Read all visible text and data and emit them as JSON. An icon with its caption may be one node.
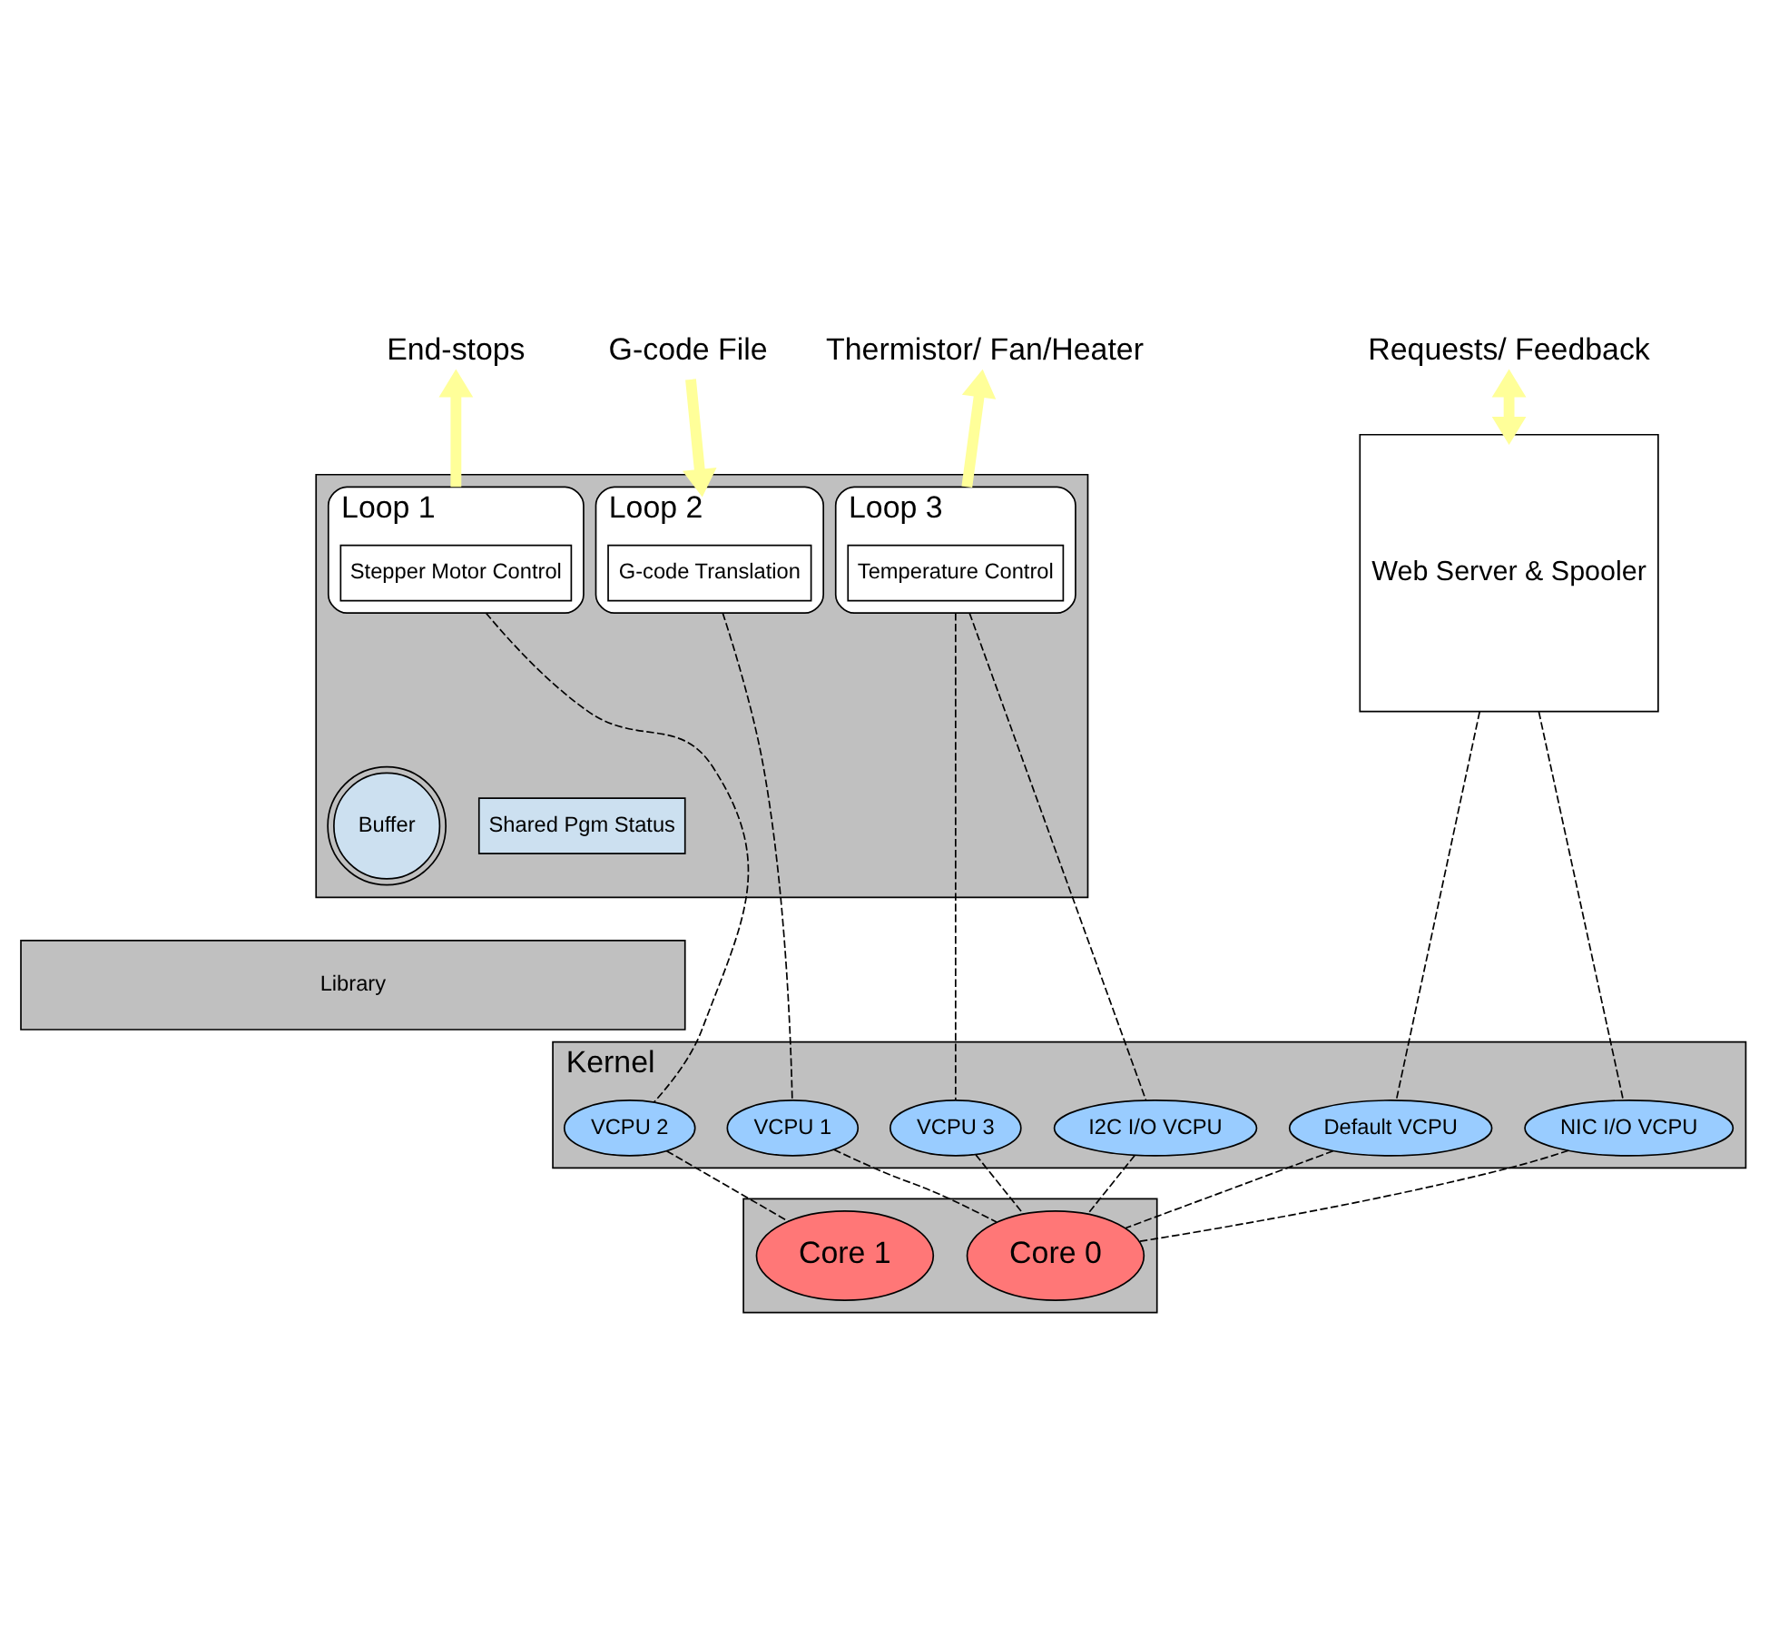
{
  "diagram": {
    "nodes": [
      {
        "text": [
          "End-stops"
        ]
      },
      {
        "text": [
          "G-code File"
        ]
      },
      {
        "text": [
          "Thermistor/ Fan/Heater"
        ]
      },
      {
        "text": [
          "Requests/ Feedback"
        ]
      },
      {
        "text": [],
        "shape": "box"
      },
      {
        "text": [
          "Loop 1"
        ],
        "in": 4
      },
      {
        "text": [
          "Stepper Motor Control"
        ],
        "in": 5
      },
      {
        "text": [
          "Loop 2"
        ],
        "in": 4
      },
      {
        "text": [
          "G-code Translation"
        ],
        "in": 7
      },
      {
        "text": [
          "Loop 3"
        ],
        "in": 4
      },
      {
        "text": [
          "Temperature Control"
        ],
        "in": 9
      },
      {
        "text": [
          "Buffer"
        ],
        "in": 4
      },
      {
        "text": [
          "Shared Pgm Status"
        ],
        "in": 4
      },
      {
        "text": [
          "Library"
        ]
      },
      {
        "text": [
          "Web Server & Spooler"
        ]
      },
      {
        "text": [
          "Kernel"
        ]
      },
      {
        "text": [
          "VCPU 2"
        ],
        "in": 15
      },
      {
        "text": [
          "VCPU 1"
        ],
        "in": 15
      },
      {
        "text": [
          "VCPU 3"
        ],
        "in": 15
      },
      {
        "text": [
          "I2C I/O VCPU"
        ],
        "in": 15
      },
      {
        "text": [
          "Default VCPU"
        ],
        "in": 15
      },
      {
        "text": [
          "NIC I/O VCPU"
        ],
        "in": 15
      },
      {
        "text": [],
        "shape": "box"
      },
      {
        "text": [
          "Core 1"
        ],
        "in": 22
      },
      {
        "text": [
          "Core 0"
        ],
        "in": 22
      }
    ],
    "edges": [
      {
        "from": 5,
        "to": 0,
        "arrow": "to",
        "style": "thick",
        "color": "#ffff99"
      },
      {
        "from": 1,
        "to": 7,
        "arrow": "to",
        "style": "thick",
        "color": "#ffff99"
      },
      {
        "from": 9,
        "to": 2,
        "arrow": "to",
        "style": "thick",
        "color": "#ffff99"
      },
      {
        "from": 14,
        "to": 3,
        "arrow": "both",
        "style": "thick",
        "color": "#ffff99"
      },
      {
        "from": 5,
        "to": 16,
        "arrow": "none",
        "style": "dashed"
      },
      {
        "from": 7,
        "to": 17,
        "arrow": "none",
        "style": "dashed"
      },
      {
        "from": 9,
        "to": 18,
        "arrow": "none",
        "style": "dashed"
      },
      {
        "from": 9,
        "to": 19,
        "arrow": "none",
        "style": "dashed"
      },
      {
        "from": 14,
        "to": 20,
        "arrow": "none",
        "style": "dashed"
      },
      {
        "from": 14,
        "to": 21,
        "arrow": "none",
        "style": "dashed"
      },
      {
        "from": 16,
        "to": 23,
        "arrow": "none",
        "style": "dashed"
      },
      {
        "from": 17,
        "to": 24,
        "arrow": "none",
        "style": "dashed"
      },
      {
        "from": 18,
        "to": 24,
        "arrow": "none",
        "style": "dashed"
      },
      {
        "from": 19,
        "to": 24,
        "arrow": "none",
        "style": "dashed"
      },
      {
        "from": 20,
        "to": 24,
        "arrow": "none",
        "style": "dashed"
      },
      {
        "from": 21,
        "to": 24,
        "arrow": "none",
        "style": "dashed"
      }
    ]
  }
}
